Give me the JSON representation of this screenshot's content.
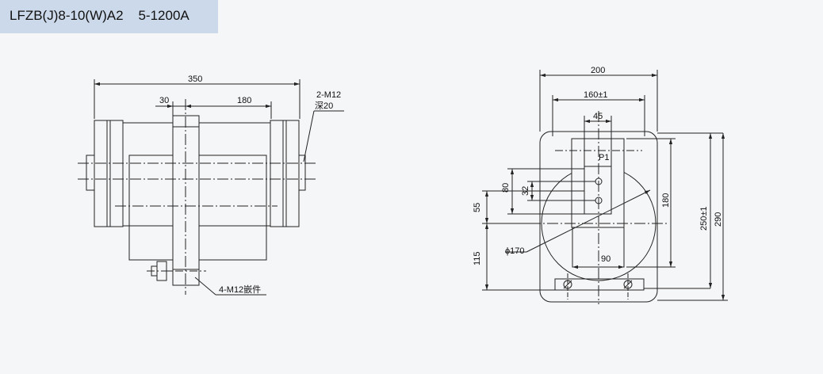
{
  "header": {
    "title": "LFZB(J)8-10(W)A2    5-1200A"
  },
  "side_view": {
    "dim_overall": "350",
    "dim_left": "30",
    "dim_right": "180",
    "note_thread": "2-M12",
    "note_depth": "深20",
    "note_insert": "4-M12嵌件"
  },
  "front_view": {
    "dim_width": "200",
    "dim_holes": "160±1",
    "dim_plate": "45",
    "label_terminal": "P1",
    "dim_80": "80",
    "dim_32": "32",
    "dim_55": "55",
    "dim_115": "115",
    "dim_diameter": "ϕ170",
    "dim_90": "90",
    "dim_180": "180",
    "dim_250": "250±1",
    "dim_290": "290"
  },
  "colors": {
    "title_bg": "#ccd9ea",
    "page_bg": "#f5f6f8",
    "line": "#222222"
  }
}
